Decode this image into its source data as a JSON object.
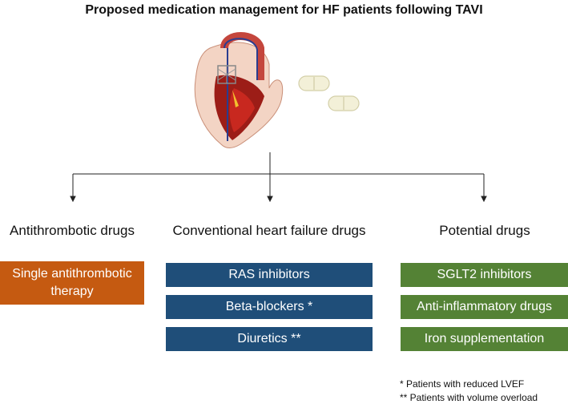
{
  "title": "Proposed medication management for HF patients following TAVI",
  "columns": [
    {
      "heading": "Antithrombotic drugs",
      "items": [
        "Single antithrombotic therapy"
      ],
      "color": "#c55a11"
    },
    {
      "heading": "Conventional heart failure drugs",
      "items": [
        "RAS inhibitors",
        "Beta-blockers *",
        "Diuretics **"
      ],
      "color": "#1f4e79"
    },
    {
      "heading": "Potential drugs",
      "items": [
        "SGLT2 inhibitors",
        "Anti-inflammatory drugs",
        "Iron supplementation"
      ],
      "color": "#548235"
    }
  ],
  "footnotes": [
    "*  Patients with reduced LVEF",
    "** Patients with volume overload"
  ],
  "illustrations": [
    "heart-with-tavi-valve-icon",
    "pill-icon",
    "pill-icon"
  ]
}
